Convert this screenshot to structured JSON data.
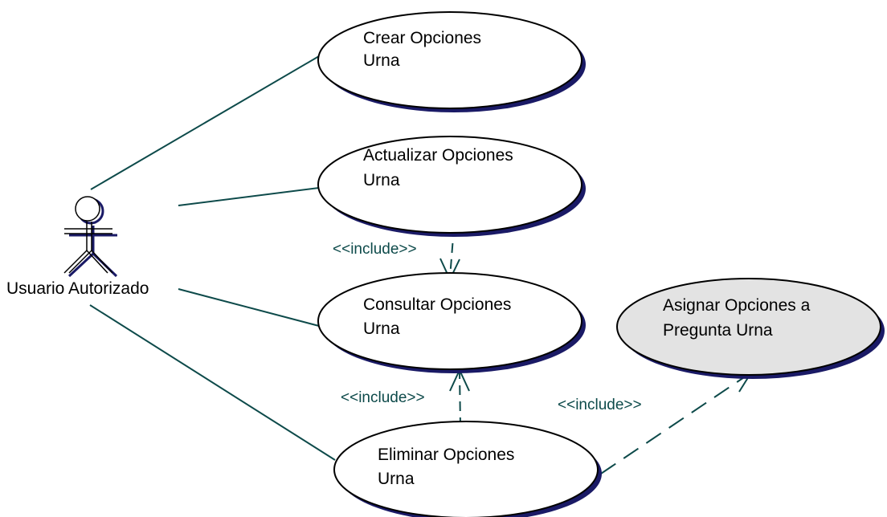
{
  "diagram": {
    "actor": {
      "label": "Usuario Autorizado"
    },
    "use_cases": [
      {
        "id": "crear",
        "line1": "Crear Opciones",
        "line2": "Urna"
      },
      {
        "id": "actualizar",
        "line1": "Actualizar Opciones",
        "line2": "Urna"
      },
      {
        "id": "consultar",
        "line1": "Consultar Opciones",
        "line2": "Urna"
      },
      {
        "id": "eliminar",
        "line1": "Eliminar Opciones",
        "line2": "Urna"
      },
      {
        "id": "asignar",
        "line1": "Asignar Opciones a",
        "line2": "Pregunta Urna"
      }
    ],
    "relations": [
      {
        "label": "<<include>>"
      },
      {
        "label": "<<include>>"
      },
      {
        "label": "<<include>>"
      }
    ],
    "colors": {
      "line": "#0d4a4a",
      "shadow": "#1a1a66",
      "highlight_fill": "#e3e3e3"
    }
  }
}
